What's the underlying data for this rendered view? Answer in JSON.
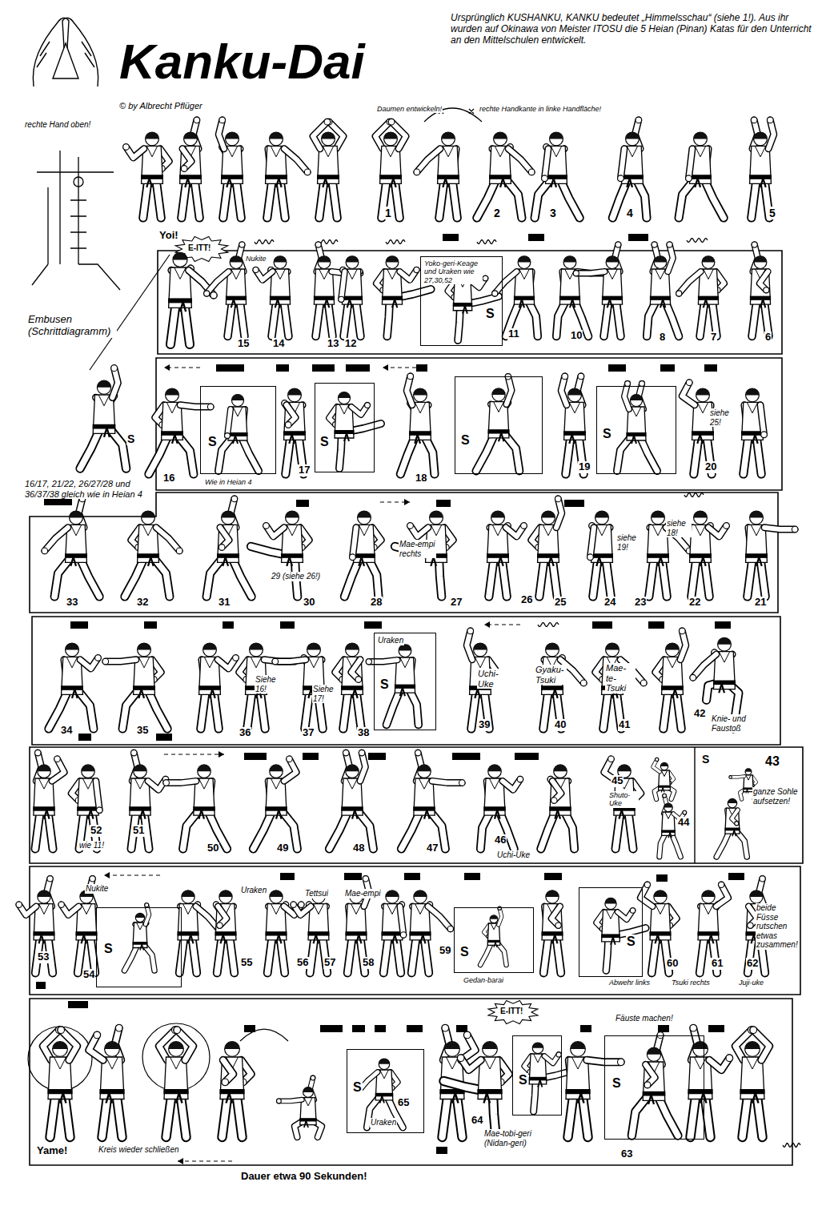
{
  "diagram": {
    "title": "Kanku-Dai",
    "nodes": [
      {
        "text": [
          "Yoko-geri-Keage und Uraken wie 27,30,52",
          "S"
        ]
      },
      {
        "text": [
          "S"
        ]
      },
      {
        "text": [
          "S"
        ]
      },
      {
        "text": [
          "S"
        ]
      },
      {
        "text": [
          "S"
        ]
      },
      {
        "text": [
          "Uraken",
          "S"
        ]
      },
      {
        "text": [
          "S"
        ]
      },
      {
        "text": [
          "S"
        ]
      },
      {
        "text": [
          "S"
        ]
      },
      {
        "text": [
          "S"
        ]
      },
      {
        "text": [
          "S"
        ]
      },
      {
        "text": [
          "S"
        ]
      }
    ],
    "labels": [
      "© by Albrecht Pflüger",
      "Ursprünglich KUSHANKU, KANKU bedeutet „Himmelsschau“ (siehe 1!). Aus ihr wurden auf Okinawa von Meister ITOSU die 5 Heian (Pinan) Katas für den Unterricht an den Mittelschulen entwickelt.",
      "rechte Hand oben!",
      "Daumen entwickeln!",
      "rechte Handkante in linke Handfläche!",
      "1",
      "2",
      "3",
      "4",
      "5",
      "Embusen (Schrittdiagramm)",
      "Yoi!",
      "E-ITT!",
      "Nukite",
      "15",
      "14",
      "13",
      "12",
      "11",
      "10",
      "8",
      "7",
      "6",
      "16",
      "Wie in Heian 4",
      "17",
      "18",
      "19",
      "siehe 25!",
      "20",
      "S",
      "16/17, 21/22, 26/27/28 und 36/37/38 gleich wie in Heian 4",
      "33",
      "32",
      "31",
      "29 (siehe 26!)",
      "30",
      "Mae-empi rechts",
      "28",
      "27",
      "26",
      "25",
      "siehe 19!",
      "24",
      "23",
      "siehe 18!",
      "22",
      "21",
      "34",
      "35",
      "Siehe 16!",
      "36",
      "Siehe 17!",
      "37",
      "38",
      "Uchi-Uke",
      "39",
      "Gyaku-Tsuki",
      "40",
      "Mae-te-Tsuki",
      "41",
      "42",
      "Knie- und Faustoß",
      "S",
      "43",
      "ganze Sohle aufsetzen!",
      "44",
      "45",
      "Shuto-Uke",
      "46",
      "Uchi-Uke",
      "47",
      "48",
      "49",
      "50",
      "51",
      "52",
      "wie 11!",
      "53",
      "Nukite",
      "54",
      "Uraken",
      "55",
      "Tettsui",
      "Mae-empi",
      "56",
      "57",
      "58",
      "59",
      "Gedan-barai",
      "beide Füsse rutschen etwas zusammen!",
      "60",
      "61",
      "62",
      "Abwehr links",
      "Tsuki rechts",
      "Juji-uke",
      "E-ITT!",
      "Fäuste machen!",
      "65",
      "Uraken",
      "64",
      "Mae-tobi-geri (Nidan-geri)",
      "63",
      "Yame!",
      "Kreis wieder schließen",
      "Dauer etwa 90 Sekunden!"
    ]
  }
}
